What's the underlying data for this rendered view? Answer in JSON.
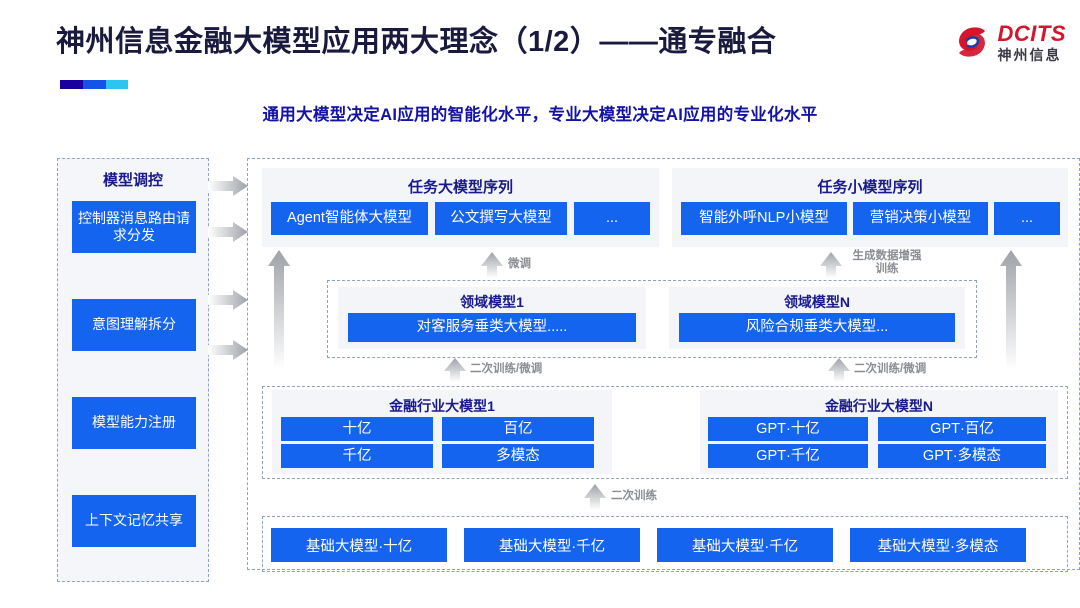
{
  "header": {
    "title": "神州信息金融大模型应用两大理念（1/2）——通专融合",
    "subtitle": "通用大模型决定AI应用的智能化水平，专业大模型决定AI应用的专业化水平",
    "accent_colors": [
      "#1a009e",
      "#1452e8",
      "#2ec4f0"
    ]
  },
  "logo": {
    "en": "DCITS",
    "cn": "神州信息",
    "mark": "swirl-icon",
    "color_red": "#d4152b",
    "color_gray": "#3b3b46"
  },
  "sidebar": {
    "title": "模型调控",
    "items": [
      {
        "label": "控制器消息路由请求分发"
      },
      {
        "label": "意图理解拆分"
      },
      {
        "label": "模型能力注册"
      },
      {
        "label": "上下文记忆共享"
      }
    ]
  },
  "main": {
    "task_groups": [
      {
        "title": "任务大模型序列",
        "models": [
          "Agent智能体大模型",
          "公文撰写大模型",
          "..."
        ]
      },
      {
        "title": "任务小模型序列",
        "models": [
          "智能外呼NLP小模型",
          "营销决策小模型",
          "..."
        ]
      }
    ],
    "domain_models": [
      {
        "title": "领域模型1",
        "label": "对客服务垂类大模型....."
      },
      {
        "title": "领域模型N",
        "label": "风险合规垂类大模型..."
      }
    ],
    "industry_models": [
      {
        "title": "金融行业大模型1",
        "cells": [
          "十亿",
          "百亿",
          "千亿",
          "多模态"
        ]
      },
      {
        "title": "金融行业大模型N",
        "cells": [
          "GPT·十亿",
          "GPT·百亿",
          "GPT·千亿",
          "GPT·多模态"
        ]
      }
    ],
    "base_models": [
      "基础大模型·十亿",
      "基础大模型·千亿",
      "基础大模型·千亿",
      "基础大模型·多模态"
    ],
    "flow_labels": {
      "finetune": "微调",
      "data_augment": "生成数据增强训练",
      "retrain_finetune_left": "二次训练/微调",
      "retrain_finetune_right": "二次训练/微调",
      "retrain": "二次训练"
    }
  },
  "theme": {
    "blue": "#1464f0",
    "panel": "#f3f5f9",
    "dash_border": "#8fa3c8",
    "label_gray": "#8a8d93",
    "heading_navy": "#1a1a8c"
  }
}
